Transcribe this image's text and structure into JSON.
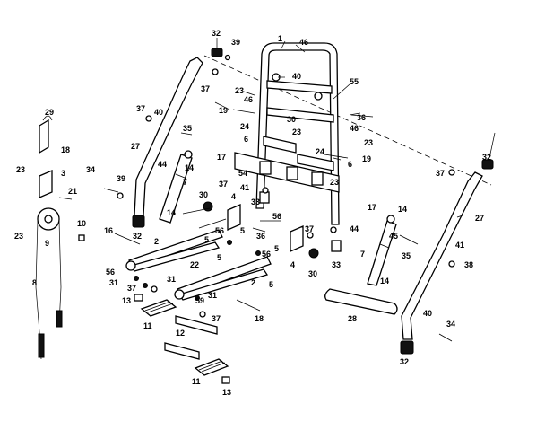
{
  "callouts": [
    {
      "id": "c1",
      "text": "1"
    },
    {
      "id": "c2",
      "text": "2"
    },
    {
      "id": "c3",
      "text": "2"
    },
    {
      "id": "c4",
      "text": "3"
    },
    {
      "id": "c5",
      "text": "4"
    },
    {
      "id": "c6",
      "text": "4"
    },
    {
      "id": "c7",
      "text": "5"
    },
    {
      "id": "c8",
      "text": "5"
    },
    {
      "id": "c9",
      "text": "5"
    },
    {
      "id": "c10",
      "text": "5"
    },
    {
      "id": "c11",
      "text": "5"
    },
    {
      "id": "c12",
      "text": "6"
    },
    {
      "id": "c13",
      "text": "6"
    },
    {
      "id": "c14",
      "text": "7"
    },
    {
      "id": "c15",
      "text": "7"
    },
    {
      "id": "c16",
      "text": "8"
    },
    {
      "id": "c17",
      "text": "9"
    },
    {
      "id": "c18",
      "text": "10"
    },
    {
      "id": "c19",
      "text": "11"
    },
    {
      "id": "c20",
      "text": "11"
    },
    {
      "id": "c21",
      "text": "12"
    },
    {
      "id": "c22",
      "text": "13"
    },
    {
      "id": "c23",
      "text": "13"
    },
    {
      "id": "c24",
      "text": "14"
    },
    {
      "id": "c25",
      "text": "14"
    },
    {
      "id": "c26",
      "text": "14"
    },
    {
      "id": "c27",
      "text": "14"
    },
    {
      "id": "c28",
      "text": "16"
    },
    {
      "id": "c29",
      "text": "17"
    },
    {
      "id": "c30",
      "text": "17"
    },
    {
      "id": "c31",
      "text": "18"
    },
    {
      "id": "c32",
      "text": "18"
    },
    {
      "id": "c33",
      "text": "19"
    },
    {
      "id": "c34",
      "text": "19"
    },
    {
      "id": "c35",
      "text": "21"
    },
    {
      "id": "c36",
      "text": "22"
    },
    {
      "id": "c37",
      "text": "23"
    },
    {
      "id": "c38",
      "text": "23"
    },
    {
      "id": "c39",
      "text": "23"
    },
    {
      "id": "c40",
      "text": "23"
    },
    {
      "id": "c41",
      "text": "23"
    },
    {
      "id": "c42",
      "text": "23"
    },
    {
      "id": "c43",
      "text": "24"
    },
    {
      "id": "c44",
      "text": "24"
    },
    {
      "id": "c45",
      "text": "27"
    },
    {
      "id": "c46",
      "text": "27"
    },
    {
      "id": "c47",
      "text": "28"
    },
    {
      "id": "c48",
      "text": "29"
    },
    {
      "id": "c49",
      "text": "30"
    },
    {
      "id": "c50",
      "text": "30"
    },
    {
      "id": "c51",
      "text": "30"
    },
    {
      "id": "c52",
      "text": "31"
    },
    {
      "id": "c53",
      "text": "31"
    },
    {
      "id": "c54",
      "text": "31"
    },
    {
      "id": "c55",
      "text": "32"
    },
    {
      "id": "c56",
      "text": "32"
    },
    {
      "id": "c57",
      "text": "32"
    },
    {
      "id": "c58",
      "text": "32"
    },
    {
      "id": "c59",
      "text": "33"
    },
    {
      "id": "c60",
      "text": "33"
    },
    {
      "id": "c61",
      "text": "34"
    },
    {
      "id": "c62",
      "text": "34"
    },
    {
      "id": "c63",
      "text": "35"
    },
    {
      "id": "c64",
      "text": "35"
    },
    {
      "id": "c65",
      "text": "36"
    },
    {
      "id": "c66",
      "text": "36"
    },
    {
      "id": "c67",
      "text": "37"
    },
    {
      "id": "c68",
      "text": "37"
    },
    {
      "id": "c69",
      "text": "37"
    },
    {
      "id": "c70",
      "text": "37"
    },
    {
      "id": "c71",
      "text": "37"
    },
    {
      "id": "c72",
      "text": "37"
    },
    {
      "id": "c73",
      "text": "37"
    },
    {
      "id": "c74",
      "text": "38"
    },
    {
      "id": "c75",
      "text": "39"
    },
    {
      "id": "c76",
      "text": "39"
    },
    {
      "id": "c77",
      "text": "40"
    },
    {
      "id": "c78",
      "text": "40"
    },
    {
      "id": "c79",
      "text": "40"
    },
    {
      "id": "c80",
      "text": "41"
    },
    {
      "id": "c81",
      "text": "41"
    },
    {
      "id": "c82",
      "text": "44"
    },
    {
      "id": "c83",
      "text": "44"
    },
    {
      "id": "c84",
      "text": "45"
    },
    {
      "id": "c85",
      "text": "46"
    },
    {
      "id": "c86",
      "text": "46"
    },
    {
      "id": "c87",
      "text": "46"
    },
    {
      "id": "c88",
      "text": "54"
    },
    {
      "id": "c89",
      "text": "55"
    },
    {
      "id": "c90",
      "text": "56"
    },
    {
      "id": "c91",
      "text": "56"
    },
    {
      "id": "c92",
      "text": "56"
    },
    {
      "id": "c93",
      "text": "56"
    },
    {
      "id": "c94",
      "text": "59"
    }
  ]
}
